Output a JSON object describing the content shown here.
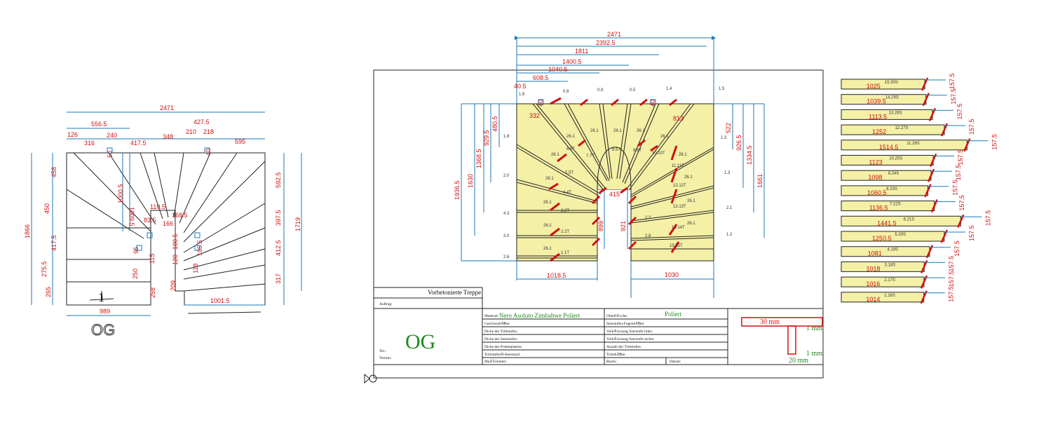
{
  "left_plan": {
    "top_dims": [
      "2471",
      "556.5",
      "126",
      "316",
      "240",
      "417.5",
      "348",
      "210",
      "218",
      "427.5",
      "595"
    ],
    "left_dims": [
      "1866",
      "458",
      "450",
      "417.5",
      "275.5",
      "265"
    ],
    "right_dims": [
      "592.5",
      "397.5",
      "412.5",
      "317",
      "1719"
    ],
    "inner_dims": [
      "1000.5",
      "1009.5",
      "110.5",
      "168.5",
      "166",
      "83.5",
      "95",
      "115",
      "120",
      "100.5",
      "105.5",
      "118",
      "250",
      "258",
      "209",
      "50",
      "40"
    ],
    "bottom_dims": [
      "989",
      "1001.5"
    ],
    "mark": "1",
    "label": "OG"
  },
  "center_plan": {
    "top_dims": [
      "2471",
      "2392.5",
      "1811",
      "1400.5",
      "1040.5",
      "608.5",
      "40.5",
      "40",
      "40",
      "813"
    ],
    "small_top": [
      "0.8",
      "0.9",
      "0.5",
      "1.4",
      "1.5",
      "1.8",
      "1.8"
    ],
    "left_dims": [
      "1936.5",
      "1630",
      "1368.5",
      "929.5",
      "480.5",
      "332"
    ],
    "right_dims": [
      "522",
      "926.5",
      "1334.5",
      "1661"
    ],
    "side_left": [
      "1.8",
      "2.0",
      "4.3",
      "3.0",
      "2.6"
    ],
    "side_right": [
      "1.3",
      "1.3",
      "2.1",
      "1.2"
    ],
    "tread_labels": [
      "26.1",
      "26.1",
      "26.1",
      "26.1",
      "26.1",
      "26.1",
      "26.1",
      "26.1",
      "26.1",
      "26.1",
      "26.1",
      "26.1",
      "26.1",
      "26.1",
      "26.1",
      "26.1"
    ],
    "step_ids_left": [
      "6.6T",
      "5.5T",
      "4.4T",
      "3.3T",
      "2.2T",
      "1.1T"
    ],
    "step_ids_mid": [
      "8.5T",
      "9.9T",
      "10.10T",
      "7.7T"
    ],
    "step_ids_right": [
      "11.11T",
      "12.12T",
      "13.13T",
      "14.14T",
      "15.15T"
    ],
    "inner_dims": [
      "899",
      "921",
      "415"
    ],
    "bottom_dims": [
      "1018.5",
      "1030"
    ],
    "misc": [
      "2.8",
      "2.3"
    ]
  },
  "title_block": {
    "title": "Vorbetonierte Treppe",
    "auftrag_label": "Auftrag:",
    "label_big": "OG",
    "tel_label": "Tel.:",
    "termin_label": "Termin:",
    "material_label": "Material:",
    "material_value": "Nero Asoluto Zimbabwe Poliert",
    "oberflache_label": "OberflÃ¤che:",
    "oberflache_value": "Poliert",
    "rows_left": [
      "GeschosshÃ¶he:",
      "Dicke der Trittstufen:",
      "Dicke der Setzstufen:",
      "Dicke der Podestplatten:",
      "TrittstufenÃ¼berstand:",
      "MaÃŸeinheit:"
    ],
    "rows_right": [
      "Setzstufen-FugenhÃ¶he:",
      "VerkÃ¼rzung Setzstufe links:",
      "VerkÃ¼rzung Setzstufe rechts:",
      "Anzahl der Trittstufen:",
      "TrittshÃ¶he:",
      "Bearb.:"
    ],
    "datum_label": "Datum:",
    "profile_top": "30 mm",
    "profile_side1": "1 mm",
    "profile_side2": "1 mm",
    "profile_bottom": "20 mm"
  },
  "tread_list": {
    "items": [
      {
        "id": "15.30S",
        "length": "1025",
        "width": "157.5"
      },
      {
        "id": "14.29S",
        "length": "1039.5",
        "width": "157.5"
      },
      {
        "id": "13.28S",
        "length": "1113.5",
        "width": "157.5"
      },
      {
        "id": "12.27S",
        "length": "1252",
        "width": "157.5"
      },
      {
        "id": "11.26S",
        "length": "1514.5",
        "width": "157.5"
      },
      {
        "id": "10.25S",
        "length": "1123",
        "width": "157.5"
      },
      {
        "id": "9.24S",
        "length": "1098",
        "width": "157.5"
      },
      {
        "id": "8.23S",
        "length": "1060.5",
        "width": "157.5"
      },
      {
        "id": "7.22S",
        "length": "1136.5",
        "width": "157.5"
      },
      {
        "id": "6.21S",
        "length": "1441.5",
        "width": "157.5"
      },
      {
        "id": "5.20S",
        "length": "1250.5",
        "width": "157.5"
      },
      {
        "id": "4.19S",
        "length": "1081",
        "width": "157.5"
      },
      {
        "id": "3.18S",
        "length": "1018",
        "width": "157.5"
      },
      {
        "id": "2.17S",
        "length": "1016",
        "width": "157.5"
      },
      {
        "id": "1.16S",
        "length": "1014",
        "width": "157.5"
      }
    ]
  },
  "colors": {
    "dimension": "#d01010",
    "tread_fill": "#f4f0a6",
    "dim_line": "#1a7ab8",
    "og_label": "#1e8a1e",
    "profile": "#d01010"
  }
}
